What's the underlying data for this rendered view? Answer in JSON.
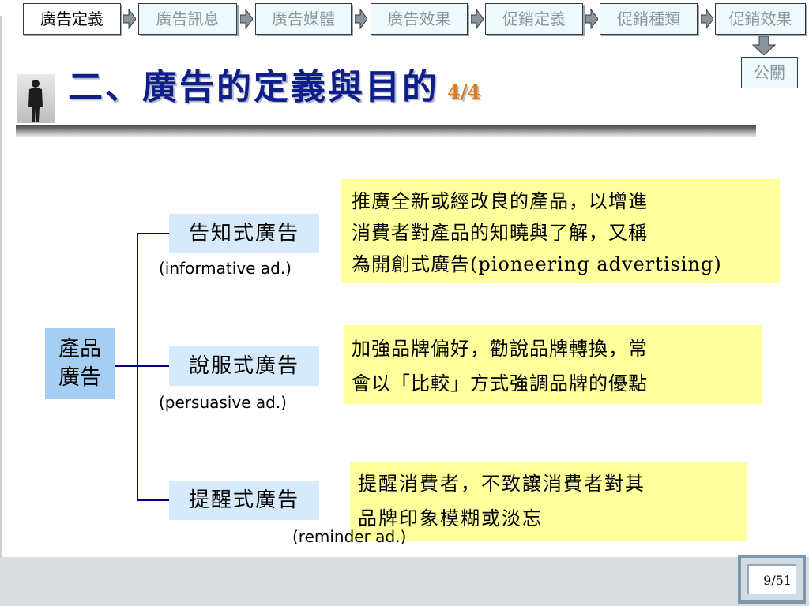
{
  "nav": {
    "items": [
      {
        "label": "廣告定義",
        "active": true
      },
      {
        "label": "廣告訊息",
        "active": false
      },
      {
        "label": "廣告媒體",
        "active": false
      },
      {
        "label": "廣告效果",
        "active": false
      },
      {
        "label": "促銷定義",
        "active": false
      },
      {
        "label": "促銷種類",
        "active": false
      },
      {
        "label": "促銷效果",
        "active": false
      }
    ],
    "extra": "公關"
  },
  "header": {
    "title": "二、廣告的定義與目的",
    "page_fraction": "4/4"
  },
  "root": {
    "line1": "產品",
    "line2": "廣告"
  },
  "branches": [
    {
      "label": "告知式廣告",
      "en": "(informative ad.)",
      "desc_lines": [
        "推廣全新或經改良的產品，以增進",
        "消費者對產品的知曉與了解，又稱",
        "為開創式廣告(pioneering advertising)"
      ]
    },
    {
      "label": "說服式廣告",
      "en": "(persuasive ad.)",
      "desc_lines": [
        "加強品牌偏好，勸說品牌轉換，常",
        "會以「比較」方式強調品牌的優點"
      ]
    },
    {
      "label": "提醒式廣告",
      "en": "(reminder ad.)",
      "desc_lines": [
        "提醒消費者，不致讓消費者對其",
        "品牌印象模糊或淡忘"
      ]
    }
  ],
  "counter": "9/51",
  "colors": {
    "title": "#0f1e8c",
    "page_fraction": "#e07820",
    "root_box": "#a6cef2",
    "branch_box": "#d7eafb",
    "desc_box": "#ffff9c",
    "tree_line": "#000080"
  }
}
